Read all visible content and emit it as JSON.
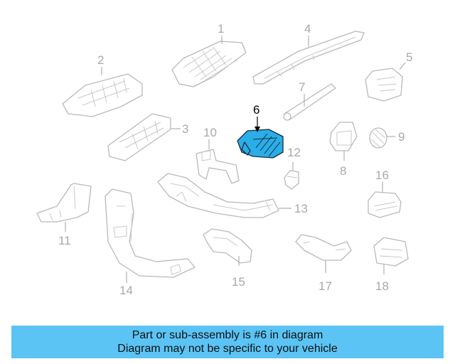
{
  "diagram": {
    "highlight_color": "#2aaee8",
    "callouts": [
      "1",
      "2",
      "3",
      "4",
      "5",
      "6",
      "7",
      "8",
      "9",
      "10",
      "11",
      "12",
      "13",
      "14",
      "15",
      "16",
      "17",
      "18"
    ],
    "highlighted_callout": "6"
  },
  "banner": {
    "color": "#5bc4f5",
    "line1": "Part or sub-assembly is #6 in diagram",
    "line2": "Diagram may not be specific to your vehicle"
  }
}
